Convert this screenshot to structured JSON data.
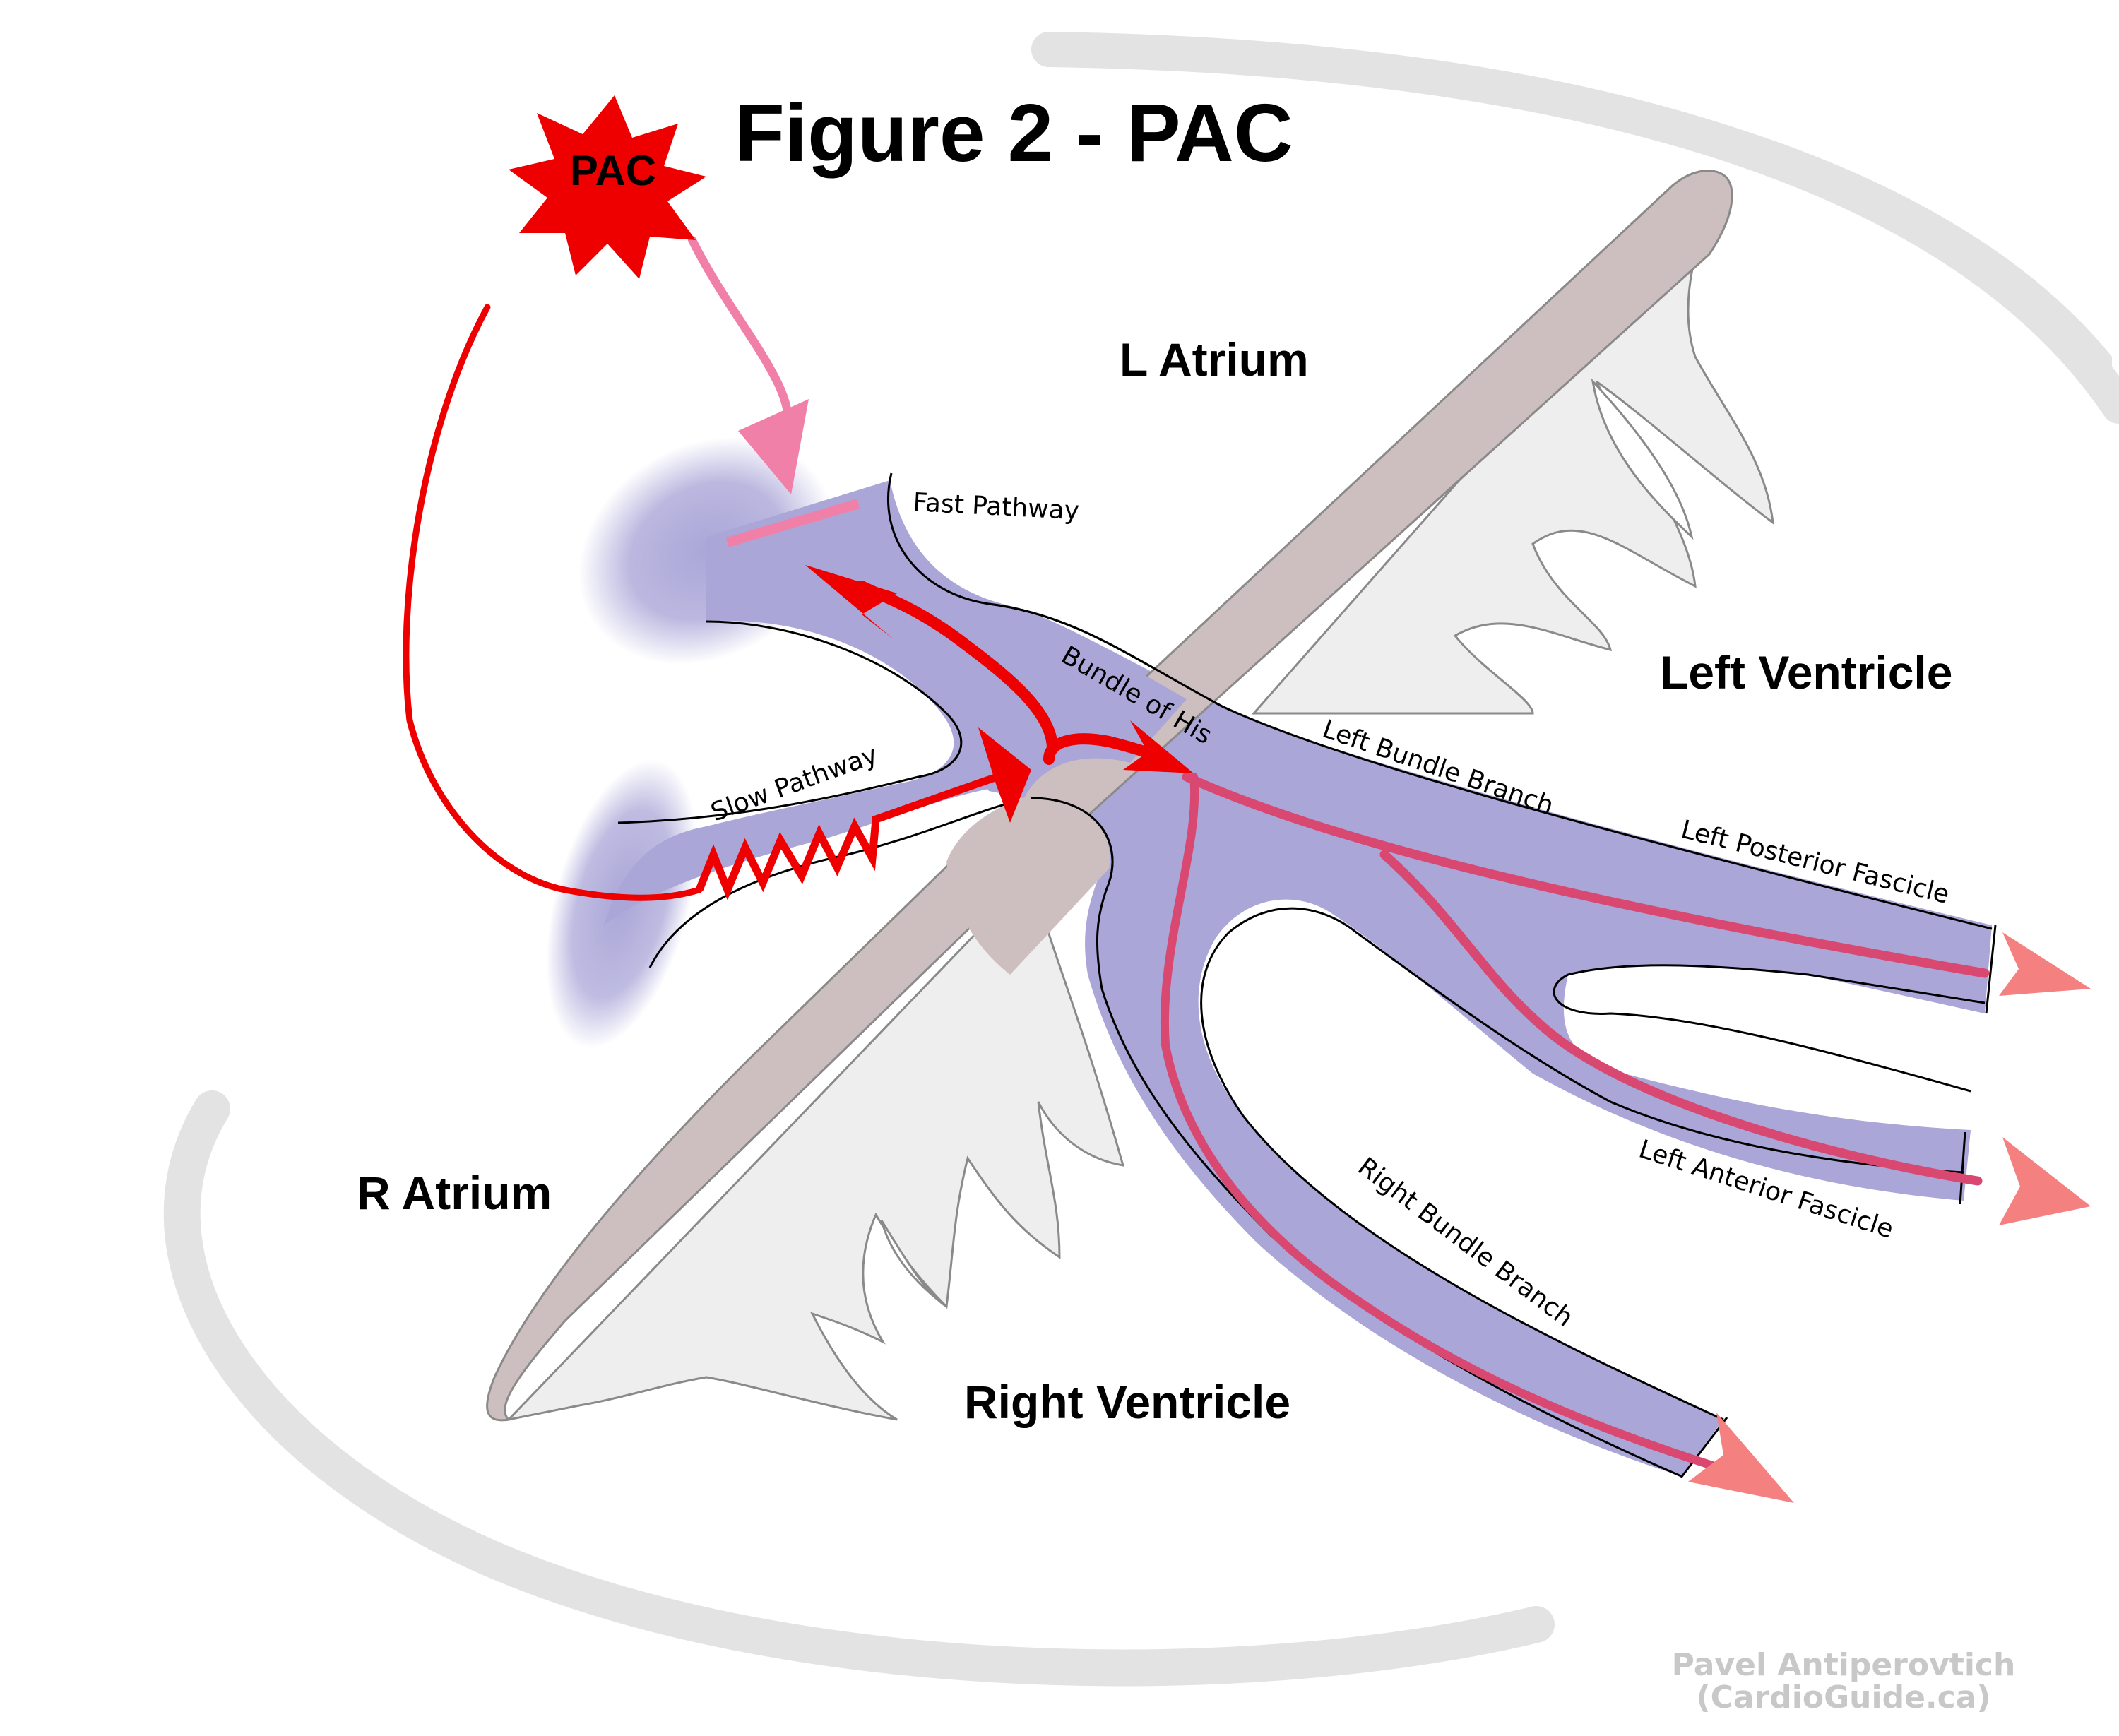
{
  "title": "Figure 2 - PAC",
  "pac_badge": "PAC",
  "chambers": {
    "l_atrium": "L Atrium",
    "r_atrium": "R Atrium",
    "left_ventricle": "Left Ventricle",
    "right_ventricle": "Right Ventricle"
  },
  "pathways": {
    "fast": "Fast Pathway",
    "slow": "Slow Pathway",
    "his": "Bundle of His",
    "lbb": "Left Bundle Branch",
    "lpf": "Left Posterior Fascicle",
    "laf": "Left Anterior Fascicle",
    "rbb": "Right Bundle Branch"
  },
  "credit": {
    "line1": "Pavel Antiperovtich",
    "line2": "(CardioGuide.ca)"
  },
  "colors": {
    "conduction_tissue": "#aaa6d8",
    "septum": "#cdbfbf",
    "impulse": "#ee0000",
    "pac_impulse": "#f080a8",
    "ventricular_impulse": "#d84870"
  }
}
